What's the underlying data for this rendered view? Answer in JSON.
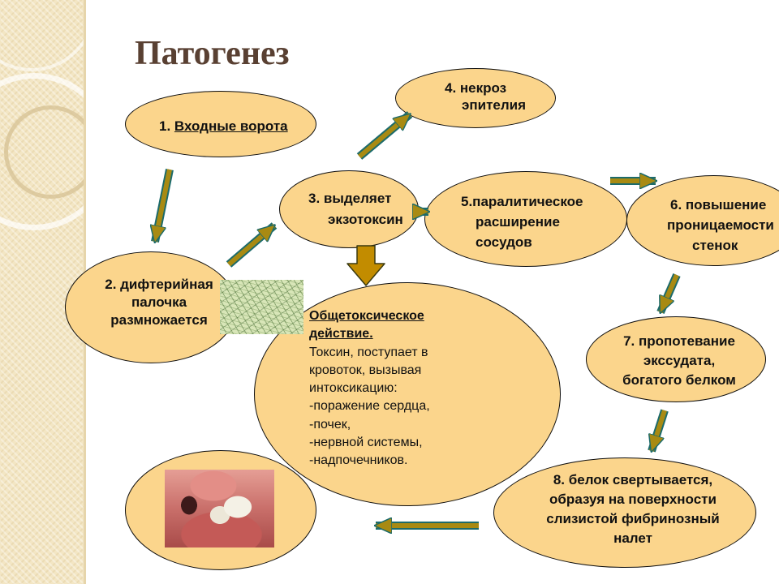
{
  "slide": {
    "title": "Патогенез",
    "nodes": {
      "n1": {
        "prefix": "1. ",
        "text": "Входные ворота"
      },
      "n2": {
        "lines": [
          "2. дифтерийная",
          "палочка",
          "размножается"
        ]
      },
      "n3": {
        "lines": [
          "3. выделяет",
          "экзотоксин"
        ]
      },
      "n4": {
        "lines": [
          "4. некроз",
          "эпителия"
        ]
      },
      "n5": {
        "lines": [
          "5.паралитическое",
          "расширение",
          "сосудов"
        ]
      },
      "n6": {
        "lines": [
          "6. повышение",
          "проницаемости",
          "стенок"
        ]
      },
      "n7": {
        "lines": [
          "7. пропотевание",
          "экссудата,",
          "богатого белком"
        ]
      },
      "n8": {
        "lines": [
          "8. белок свертывается,",
          "образуя на поверхности",
          "слизистой фибринозный",
          "налет"
        ]
      },
      "toxic": {
        "title_lines": [
          "Общетоксическое",
          "действие."
        ],
        "body_lines": [
          "Токсин, поступает в",
          "кровоток, вызывая",
          "интоксикацию:",
          "-поражение сердца,",
          "-почек,",
          "-нервной системы,",
          "-надпочечников."
        ]
      }
    },
    "colors": {
      "node_fill": "#fbd58c",
      "node_border": "#0d0d0d",
      "arrow_fill": "#a88a12",
      "arrow_outline": "#1c6b6b",
      "big_arrow_fill": "#c28c00",
      "title": "#594032"
    }
  }
}
